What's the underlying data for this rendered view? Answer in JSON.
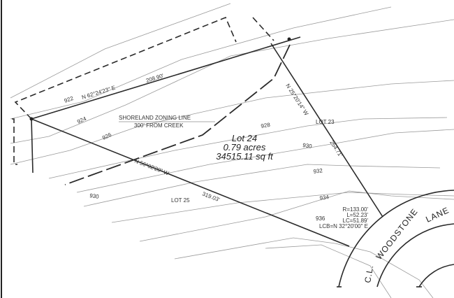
{
  "plat": {
    "lot": {
      "name": "Lot 24",
      "acres": "0.79 acres",
      "sqft": "34515.11 sq ft"
    },
    "neighbors": {
      "lot23": "LOT  23",
      "lot25": "LOT 25"
    },
    "shoreland": {
      "line1": "SHORELAND ZONING LINE",
      "line2": "300' FROM CREEK"
    },
    "bearings": {
      "north": "N 62°24'23\" E",
      "north_dist": "208.90'",
      "east": "N 25°20'14\" W",
      "east_dist": "254.71'",
      "south": "N 56°02'20\" W",
      "south_dist": "319.03'"
    },
    "contours": [
      "922",
      "924",
      "926",
      "928",
      "930",
      "930",
      "932",
      "934",
      "936"
    ],
    "curve": {
      "r": "R=133.00'",
      "l": "L=52.23'",
      "lc": "LC=51.89'",
      "lcb": "LCB=N 32°20'00\" E"
    },
    "road": {
      "cl": "C.L.",
      "name1": "WOODSTONE",
      "name2": "LANE"
    }
  }
}
